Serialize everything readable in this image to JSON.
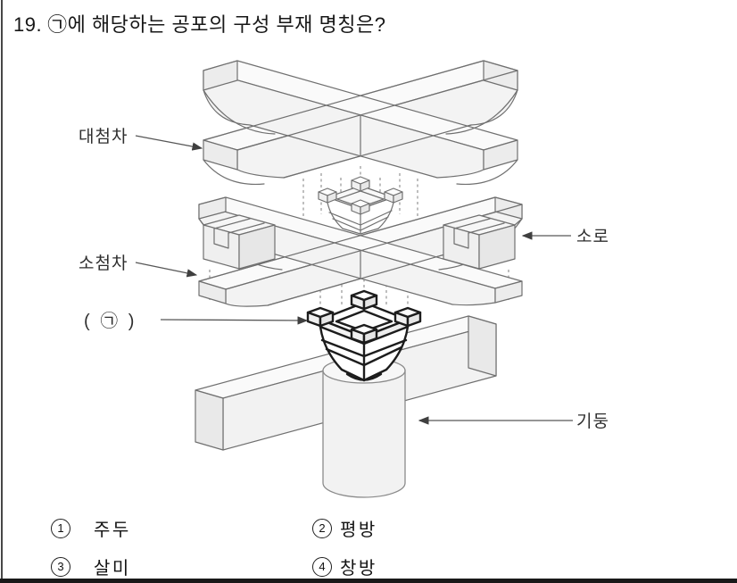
{
  "question": {
    "number": "19.",
    "text": "㉠에 해당하는 공포의 구성 부재 명칭은?"
  },
  "diagram": {
    "labels": {
      "daecheomcha": "대첨차",
      "socheomcha": "소첨차",
      "placeholder": "( ㉠ )",
      "soro": "소로",
      "gidung": "기둥"
    }
  },
  "options": [
    {
      "number": "1",
      "label": "주두"
    },
    {
      "number": "2",
      "label": "평방"
    },
    {
      "number": "3",
      "label": "살미"
    },
    {
      "number": "4",
      "label": "창방"
    }
  ],
  "colors": {
    "ink": "#1c1c1c",
    "diagram_line": "#707070",
    "emphasis_line": "#1c1c1c"
  }
}
